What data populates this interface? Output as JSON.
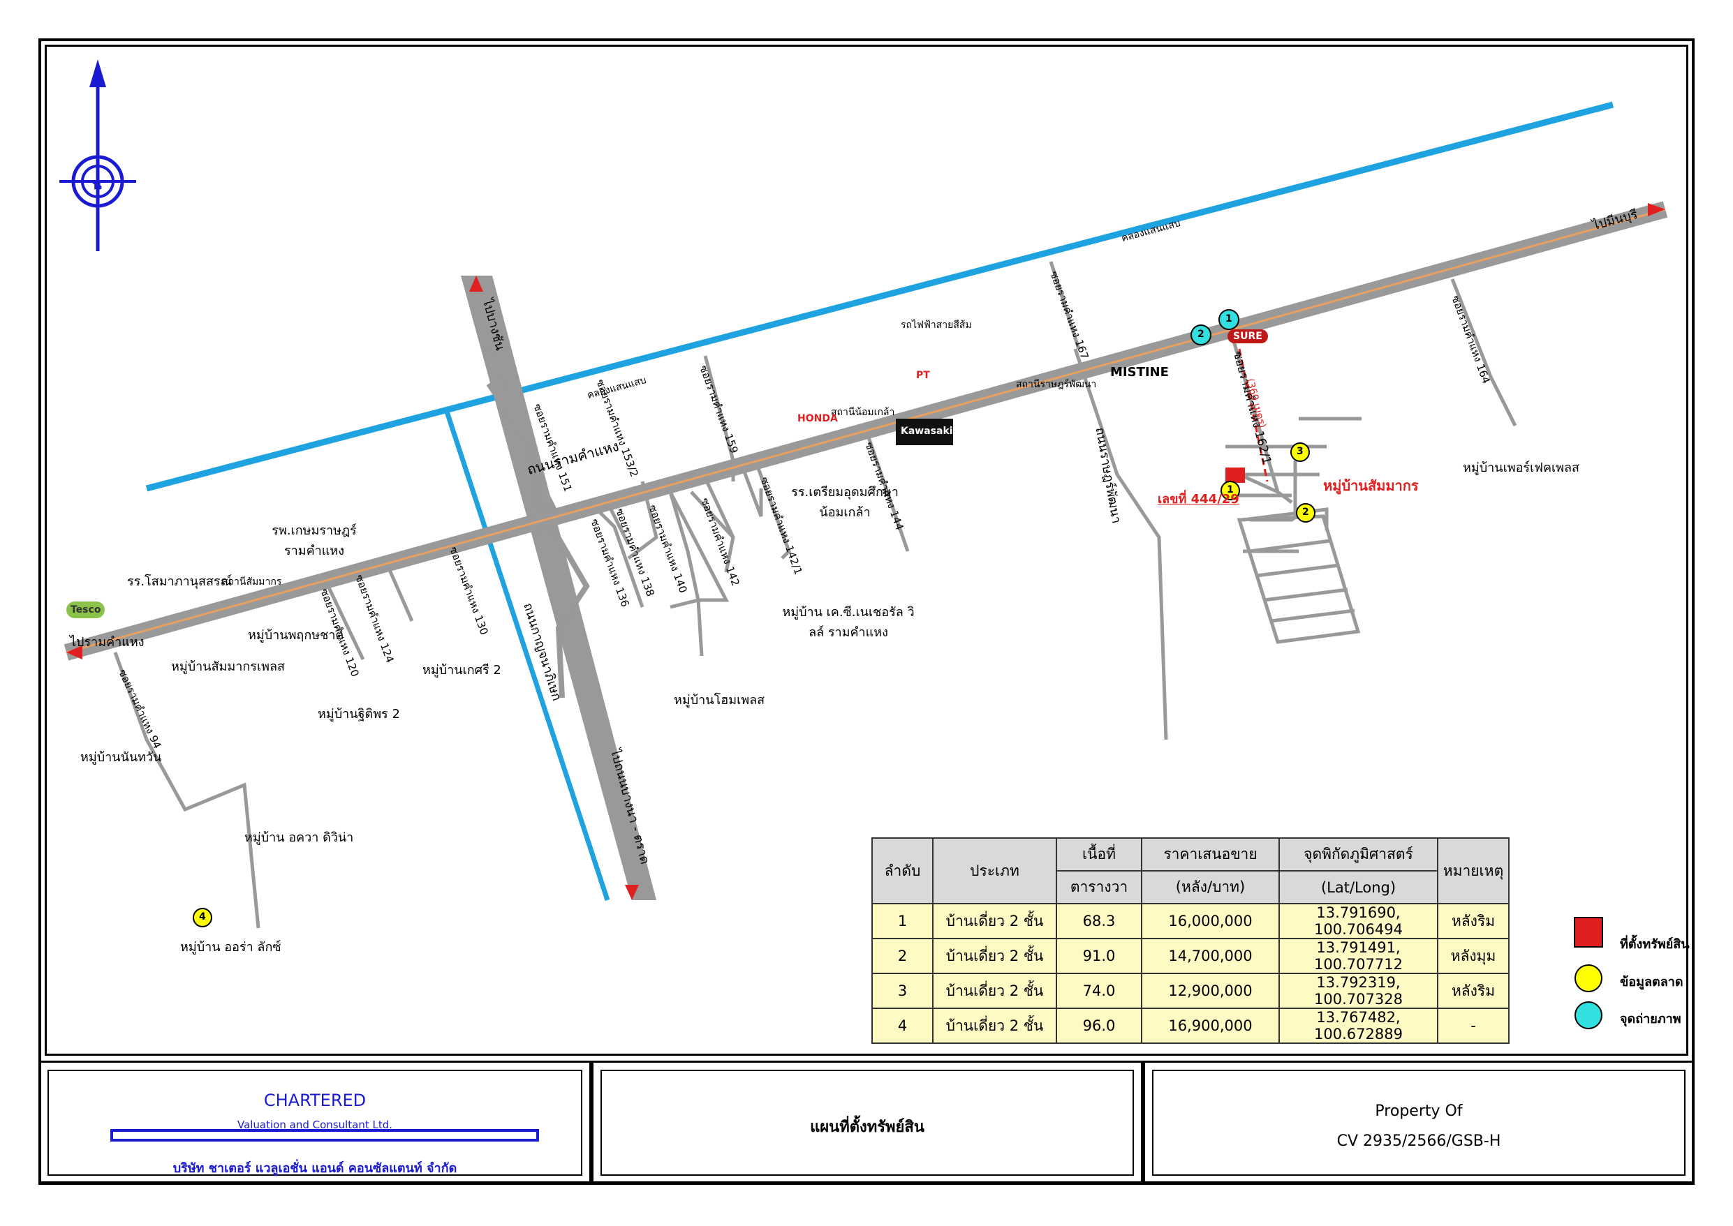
{
  "map": {
    "roads": {
      "main_road": "ถนนรามคำแหง",
      "kanchana": "ถนนกาญจนาภิเษก",
      "rat_phatthana": "ถนนราษฎร์พัฒนา",
      "khlong": "คลองแสนแสบ",
      "khlong_2": "คลองแสนแสบ",
      "skytrain": "รถไฟฟ้าสายสีส้ม"
    },
    "directions": {
      "to_ramkhamhaeng": "ไปรามคำแหง",
      "to_minburi": "ไปมีนบุรี",
      "to_bangchan": "ไปบางชัน",
      "to_bangna": "ไปถนนบางนา - ตราด"
    },
    "sois": {
      "s94": "ซอยรามคำแหง 94",
      "s124": "ซอยรามคำแหง 124",
      "s120": "ซอยรามคำแหง 120",
      "s130": "ซอยรามคำแหง 130",
      "s151": "ซอยรามคำแหง 151",
      "s153": "ซอยรามคำแหง 153/2",
      "s136": "ซอยรามคำแหง 136",
      "s138": "ซอยรามคำแหง 138",
      "s140": "ซอยรามคำแหง 140",
      "s142": "ซอยรามคำแหง 142",
      "s159": "ซอยรามคำแหง 159",
      "s142_1": "ซอยรามคำแหง 142/1",
      "s144": "ซอยรามคำแหง 144",
      "s167": "ซอยรามคำแหง 167",
      "s162_1": "ซอยรามคำแหง 162/1",
      "s164": "ซอยรามคำแหง 164"
    },
    "places": {
      "tesco": "Tesco",
      "somaphanu": "รร.โสมาภานุสสรณ์",
      "hospital": "รพ.เกษมราษฎร์ รามคำแหง",
      "station_sammakon": "สถานีสัมมากร",
      "station_nomklao": "สถานีน้อมเกล้า",
      "station_ratphatthana": "สถานีราษฎร์พัฒนา",
      "school_nomklao": "รร.เตรียมอุดมศึกษา น้อมเกล้า",
      "honda": "HONDA",
      "kawasaki": "Kawasaki",
      "mistine": "MISTINE",
      "sure": "SURE",
      "pt": "PT"
    },
    "villages": {
      "sammakon_place": "หมู่บ้านสัมมากรเพลส",
      "pruksachat": "หมู่บ้านพฤกษชาติ",
      "nanthawan": "หมู่บ้านนันทวัน",
      "thitiphon": "หมู่บ้านฐิติพร 2",
      "kesri": "หมู่บ้านเกศรี 2",
      "arawa": "หมู่บ้าน อควา ดิวิน่า",
      "aura": "หมู่บ้าน ออร่า ลักซ์",
      "kc_natural": "หมู่บ้าน เค.ซี.เนเชอรัล  วิลล์ รามคำแหง",
      "home_place": "หมู่บ้านโฮมเพลส",
      "perfect_place": "หมู่บ้านเพอร์เฟคเพลส",
      "sammakon": "หมู่บ้านสัมมากร"
    },
    "subject": {
      "address": "เลขที่ 444/29",
      "distance": "(360 เมตร)"
    },
    "markers": [
      "1",
      "2",
      "3",
      "4"
    ],
    "photo_points": [
      "1",
      "2"
    ]
  },
  "table": {
    "headers": {
      "no": "ลำดับ",
      "type": "ประเภท",
      "area": "เนื้อที่",
      "area_unit": "ตารางวา",
      "price": "ราคาเสนอขาย",
      "price_unit": "(หลัง/บาท)",
      "coord": "จุดพิกัดภูมิศาสตร์",
      "coord_unit": "(Lat/Long)",
      "remark": "หมายเหตุ"
    },
    "rows": [
      {
        "no": "1",
        "type": "บ้านเดี่ยว 2 ชั้น",
        "area": "68.3",
        "price": "16,000,000",
        "coord": "13.791690, 100.706494",
        "remark": "หลังริม"
      },
      {
        "no": "2",
        "type": "บ้านเดี่ยว 2 ชั้น",
        "area": "91.0",
        "price": "14,700,000",
        "coord": "13.791491, 100.707712",
        "remark": "หลังมุม"
      },
      {
        "no": "3",
        "type": "บ้านเดี่ยว 2 ชั้น",
        "area": "74.0",
        "price": "12,900,000",
        "coord": "13.792319, 100.707328",
        "remark": "หลังริม"
      },
      {
        "no": "4",
        "type": "บ้านเดี่ยว 2 ชั้น",
        "area": "96.0",
        "price": "16,900,000",
        "coord": "13.767482, 100.672889",
        "remark": "-"
      }
    ]
  },
  "legend": {
    "subject": "ที่ตั้งทรัพย์สิน",
    "market": "ข้อมูลตลาด",
    "photo": "จุดถ่ายภาพ"
  },
  "compass": {
    "label": "น"
  },
  "footer": {
    "company_name": "CHARTERED",
    "company_sub": "Valuation and Consultant Ltd.",
    "company_thai": "บริษัท ชาเตอร์ แวลูเอชั่น แอนด์ คอนซัลแตนท์ จำกัด",
    "title": "แผนที่ตั้งทรัพย์สิน",
    "property_of": "Property  Of",
    "ref": "CV 2935/2566/GSB-H"
  },
  "colors": {
    "road": "#999999",
    "road_line": "#e8a060",
    "canal": "#1fa3e0",
    "market_marker": "#ffff00",
    "photo_marker": "#33e0e0",
    "subject": "#e02020",
    "brand_blue": "#1a1ad0"
  }
}
